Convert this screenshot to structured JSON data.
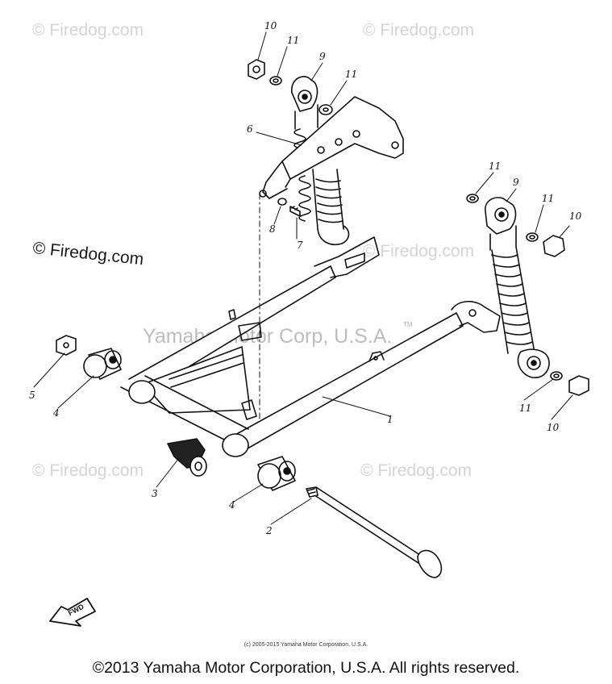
{
  "watermarks": {
    "site": "Firedog.com",
    "dark": "Firedog.com",
    "center": "Yamaha Motor Corp, U.S.A.",
    "tm": "TM"
  },
  "callouts": [
    {
      "id": "c10a",
      "text": "10"
    },
    {
      "id": "c11a",
      "text": "11"
    },
    {
      "id": "c9a",
      "text": "9"
    },
    {
      "id": "c11b",
      "text": "11"
    },
    {
      "id": "c6",
      "text": "6"
    },
    {
      "id": "c8",
      "text": "8"
    },
    {
      "id": "c7",
      "text": "7"
    },
    {
      "id": "c11c",
      "text": "11"
    },
    {
      "id": "c9b",
      "text": "9"
    },
    {
      "id": "c11d",
      "text": "11"
    },
    {
      "id": "c10b",
      "text": "10"
    },
    {
      "id": "c5",
      "text": "5"
    },
    {
      "id": "c4a",
      "text": "4"
    },
    {
      "id": "c1",
      "text": "1"
    },
    {
      "id": "c11e",
      "text": "11"
    },
    {
      "id": "c10c",
      "text": "10"
    },
    {
      "id": "c3",
      "text": "3"
    },
    {
      "id": "c4b",
      "text": "4"
    },
    {
      "id": "c2",
      "text": "2"
    }
  ],
  "fwd_label": "FWD",
  "small_copyright": "(c) 2005-2015 Yamaha Motor Corporation, U.S.A.",
  "footer": "©2013 Yamaha Motor Corporation, U.S.A. All rights reserved."
}
